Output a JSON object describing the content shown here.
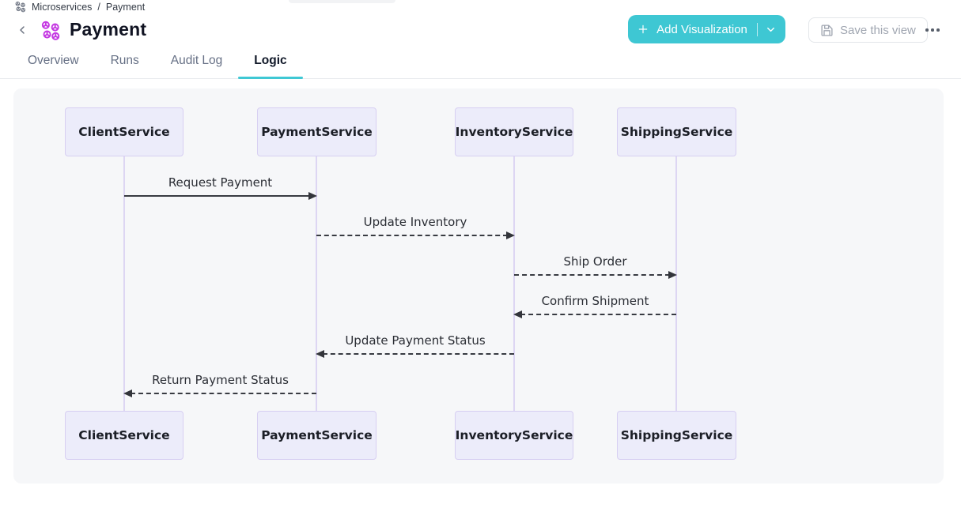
{
  "breadcrumb": {
    "items": [
      "Microservices",
      "Payment"
    ],
    "separator": "/"
  },
  "header": {
    "title": "Payment"
  },
  "tabs": [
    {
      "label": "Overview",
      "active": false
    },
    {
      "label": "Runs",
      "active": false
    },
    {
      "label": "Audit Log",
      "active": false
    },
    {
      "label": "Logic",
      "active": true
    }
  ],
  "toolbar": {
    "add_visualization_label": "Add Visualization",
    "save_view_label": "Save this view"
  },
  "icons": {
    "breadcrumb_app": "microservices-cluster",
    "title_app": "microservices-cluster",
    "back": "chevron-left",
    "add": "plus",
    "split_caret": "chevron-down",
    "save": "floppy-disk",
    "more": "ellipsis"
  },
  "colors": {
    "accent_teal": "#3ec7d3",
    "title_icon_fuchsia": "#c438e2",
    "canvas_bg": "#f6f7f9",
    "actor_fill": "#ececfa",
    "actor_border": "#d7cff2",
    "lifeline": "#ddd6f3",
    "message_line": "#383b42"
  },
  "diagram": {
    "type": "sequence",
    "participants": [
      "ClientService",
      "PaymentService",
      "InventoryService",
      "ShippingService"
    ],
    "messages": [
      {
        "from": "ClientService",
        "to": "PaymentService",
        "label": "Request Payment",
        "style": "solid",
        "direction": "right"
      },
      {
        "from": "PaymentService",
        "to": "InventoryService",
        "label": "Update Inventory",
        "style": "dashed",
        "direction": "right"
      },
      {
        "from": "InventoryService",
        "to": "ShippingService",
        "label": "Ship Order",
        "style": "dashed",
        "direction": "right"
      },
      {
        "from": "ShippingService",
        "to": "InventoryService",
        "label": "Confirm Shipment",
        "style": "dashed",
        "direction": "left"
      },
      {
        "from": "InventoryService",
        "to": "PaymentService",
        "label": "Update Payment Status",
        "style": "dashed",
        "direction": "left"
      },
      {
        "from": "PaymentService",
        "to": "ClientService",
        "label": "Return Payment Status",
        "style": "dashed",
        "direction": "left"
      }
    ]
  }
}
